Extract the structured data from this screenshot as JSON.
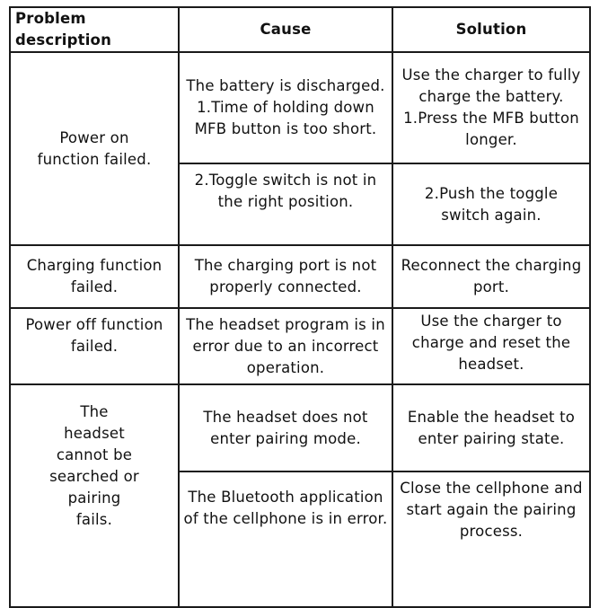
{
  "table": {
    "headers": {
      "problem": "Problem description",
      "cause": "Cause",
      "solution": "Solution"
    },
    "rows": [
      {
        "problem": "Power on function failed.",
        "entries": [
          {
            "cause": "The battery is discharged. 1.Time of holding down MFB button is too short.",
            "solution": "Use the charger to fully charge the battery. 1.Press the MFB button longer."
          },
          {
            "cause": "2.Toggle switch is not in the right position.",
            "solution": "2.Push the toggle switch again."
          }
        ]
      },
      {
        "problem": "Charging function failed.",
        "entries": [
          {
            "cause": "The charging port is not properly connected.",
            "solution": "Reconnect the charging port."
          }
        ]
      },
      {
        "problem": "Power off function failed.",
        "entries": [
          {
            "cause": "The headset program is in error due to an incorrect operation.",
            "solution": "Use the charger to charge and reset the headset."
          }
        ]
      },
      {
        "problem": "The headset cannot be searched or pairing fails.",
        "entries": [
          {
            "cause": "The headset does not enter pairing mode.",
            "solution": "Enable the headset to enter pairing state."
          },
          {
            "cause": "The Bluetooth application of the cellphone is in error.",
            "solution": "Close the cellphone and start again the pairing process."
          }
        ]
      }
    ]
  }
}
